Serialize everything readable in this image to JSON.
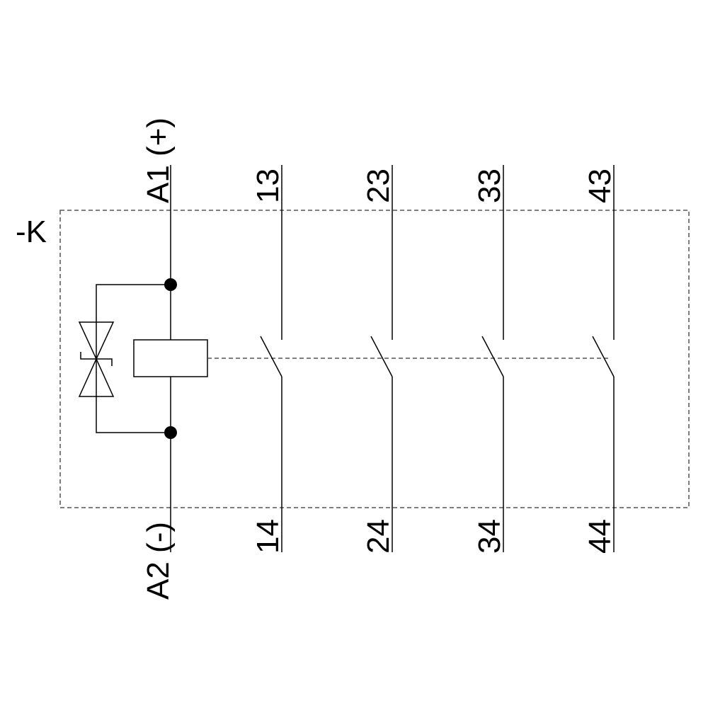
{
  "device_label": "-K",
  "coil": {
    "top_terminal": "A1 (+)",
    "bottom_terminal": "A2 (-)",
    "suppressor_icon": "bidirectional-diode-icon"
  },
  "contacts": [
    {
      "top": "13",
      "bottom": "14"
    },
    {
      "top": "23",
      "bottom": "24"
    },
    {
      "top": "33",
      "bottom": "34"
    },
    {
      "top": "43",
      "bottom": "44"
    }
  ],
  "colors": {
    "line": "#000000",
    "dashed": "#555555",
    "background": "#ffffff"
  }
}
